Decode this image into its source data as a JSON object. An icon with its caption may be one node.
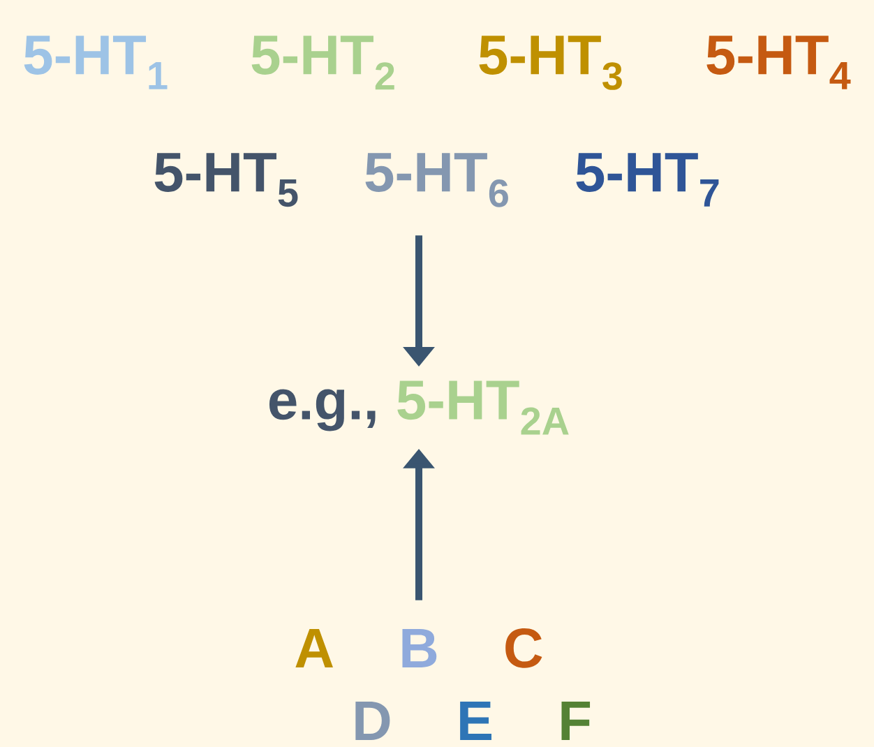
{
  "diagram": {
    "nodes": [
      {
        "text": [
          "5-HT$_{1}$",
          "5-HT$_{2}$",
          "5-HT$_{3}$",
          "5-HT$_{4}$",
          "5-HT$_{5}$",
          "5-HT$_{6}$",
          "5-HT$_{7}$"
        ]
      },
      {
        "text": [
          "e.g.,",
          "5-HT$_{2A}$"
        ]
      },
      {
        "text": [
          "A",
          "B",
          "C",
          "D",
          "E",
          "F"
        ]
      }
    ],
    "edges": [
      {
        "from": 0,
        "to": 1,
        "arrow": "to"
      },
      {
        "from": 2,
        "to": 1,
        "arrow": "to"
      }
    ]
  }
}
